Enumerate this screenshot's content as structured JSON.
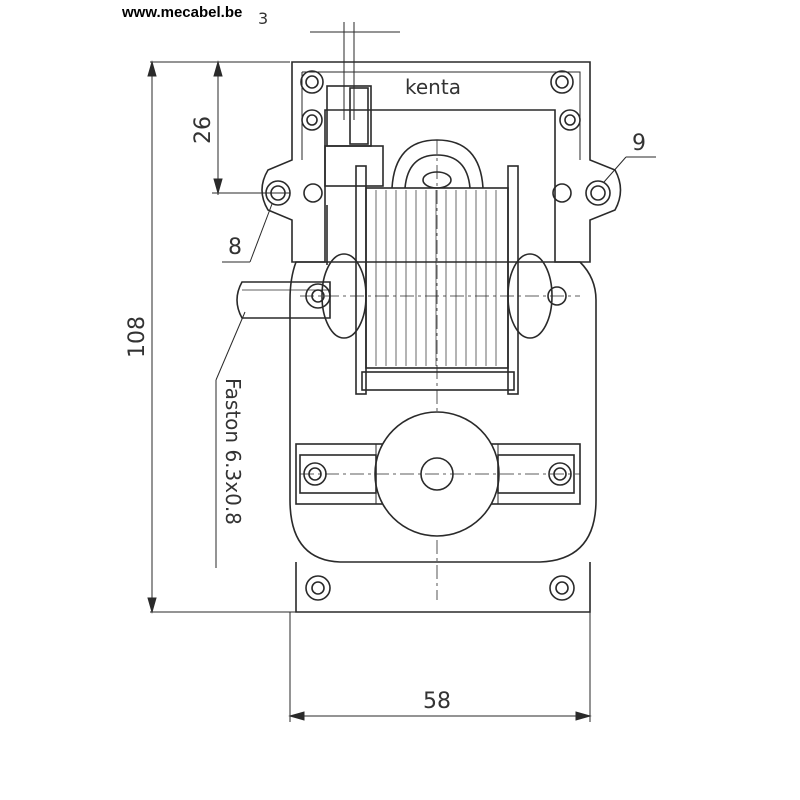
{
  "website": "www.mecabel.be",
  "top_dimension_fragment": "3",
  "brand_marking": "kenta",
  "dimensions": {
    "total_height": "108",
    "total_width": "58",
    "tab_offset": "26",
    "left_hole": "8",
    "right_hole": "9"
  },
  "connector_label": "Faston  6.3x0.8",
  "colors": {
    "line": "#2a2a2a",
    "background": "#ffffff"
  }
}
